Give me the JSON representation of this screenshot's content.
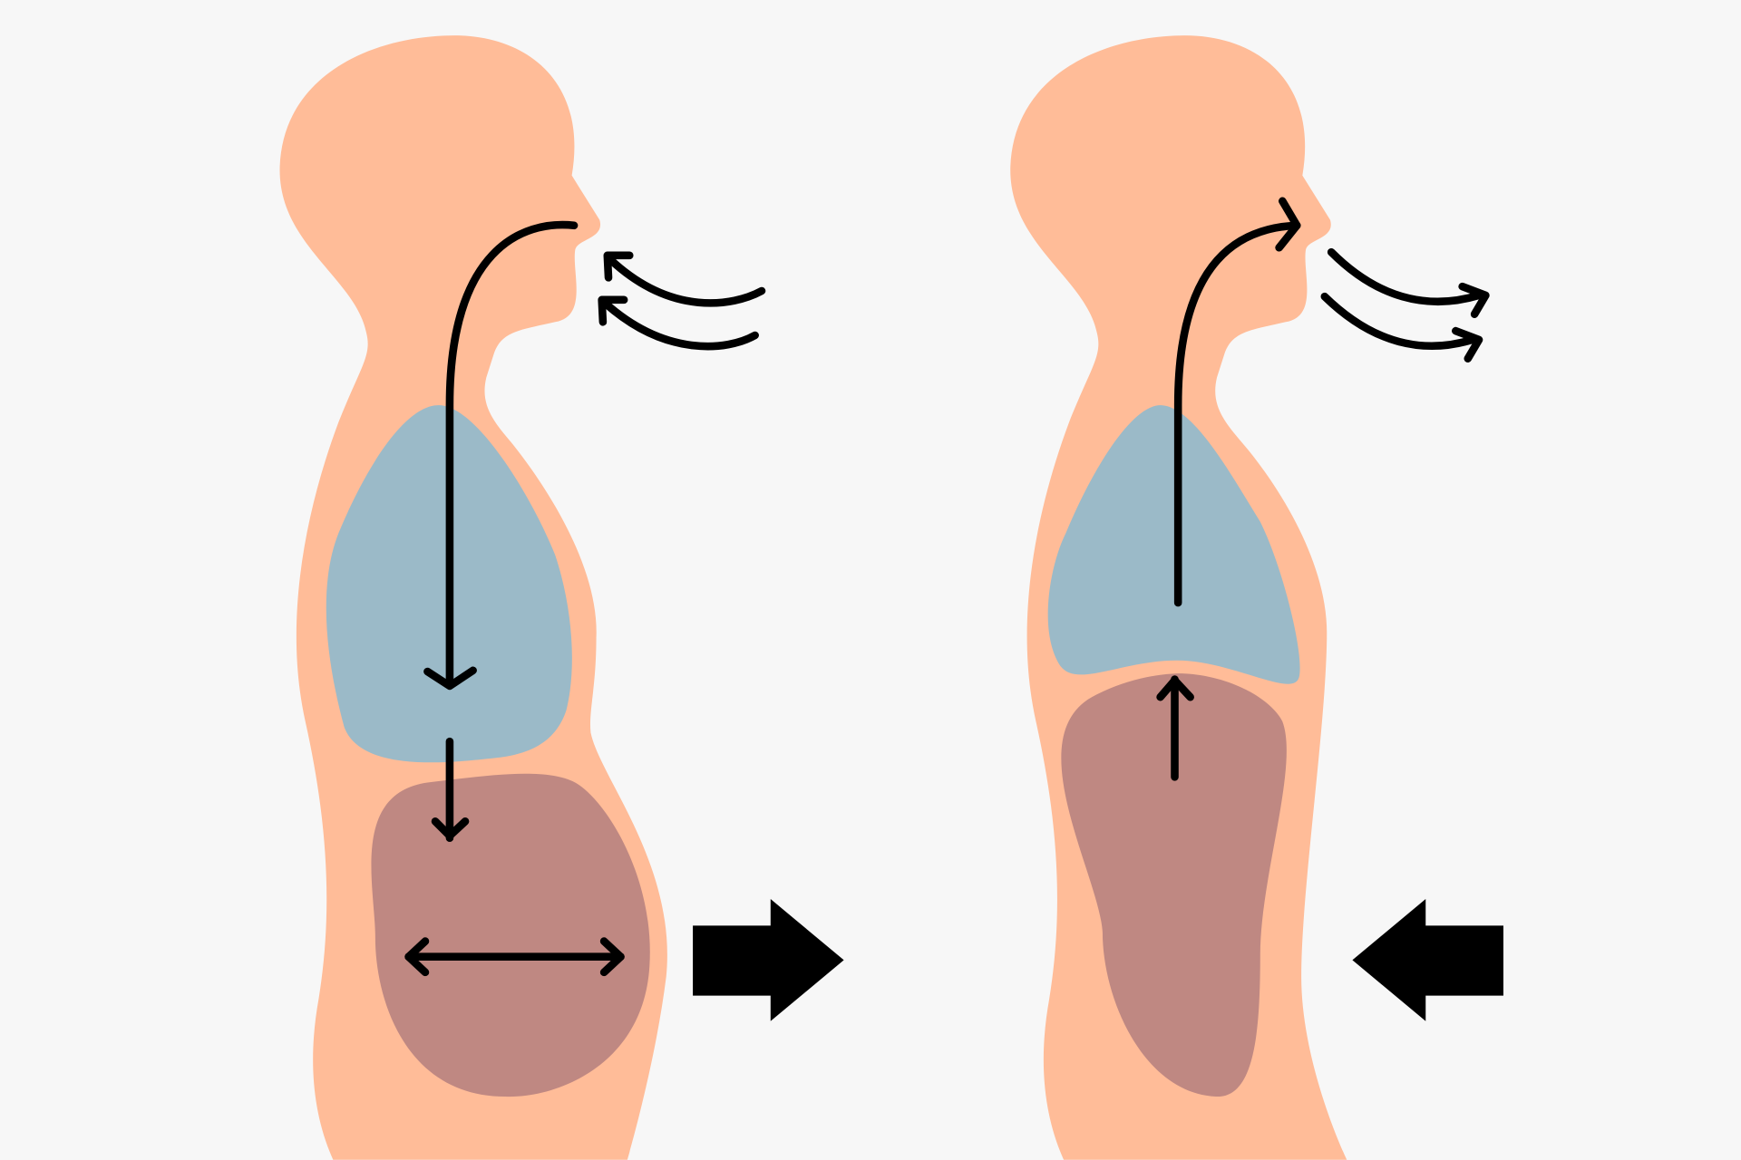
{
  "colors": {
    "background": "#f7f7f7",
    "body": "#ffbc98",
    "lungs": "#9bbac8",
    "abdomen": "#bf8882",
    "arrows": "#000000"
  },
  "panels": [
    {
      "state": "inhale",
      "big_arrow_direction": "right",
      "icons": [
        "air-in-arrow-icon",
        "lungs-expand-arrow-icon",
        "diaphragm-down-arrow-icon",
        "abdomen-expand-arrow-icon"
      ]
    },
    {
      "state": "exhale",
      "big_arrow_direction": "left",
      "icons": [
        "air-out-arrow-icon",
        "air-up-arrow-icon",
        "diaphragm-up-arrow-icon"
      ]
    }
  ]
}
